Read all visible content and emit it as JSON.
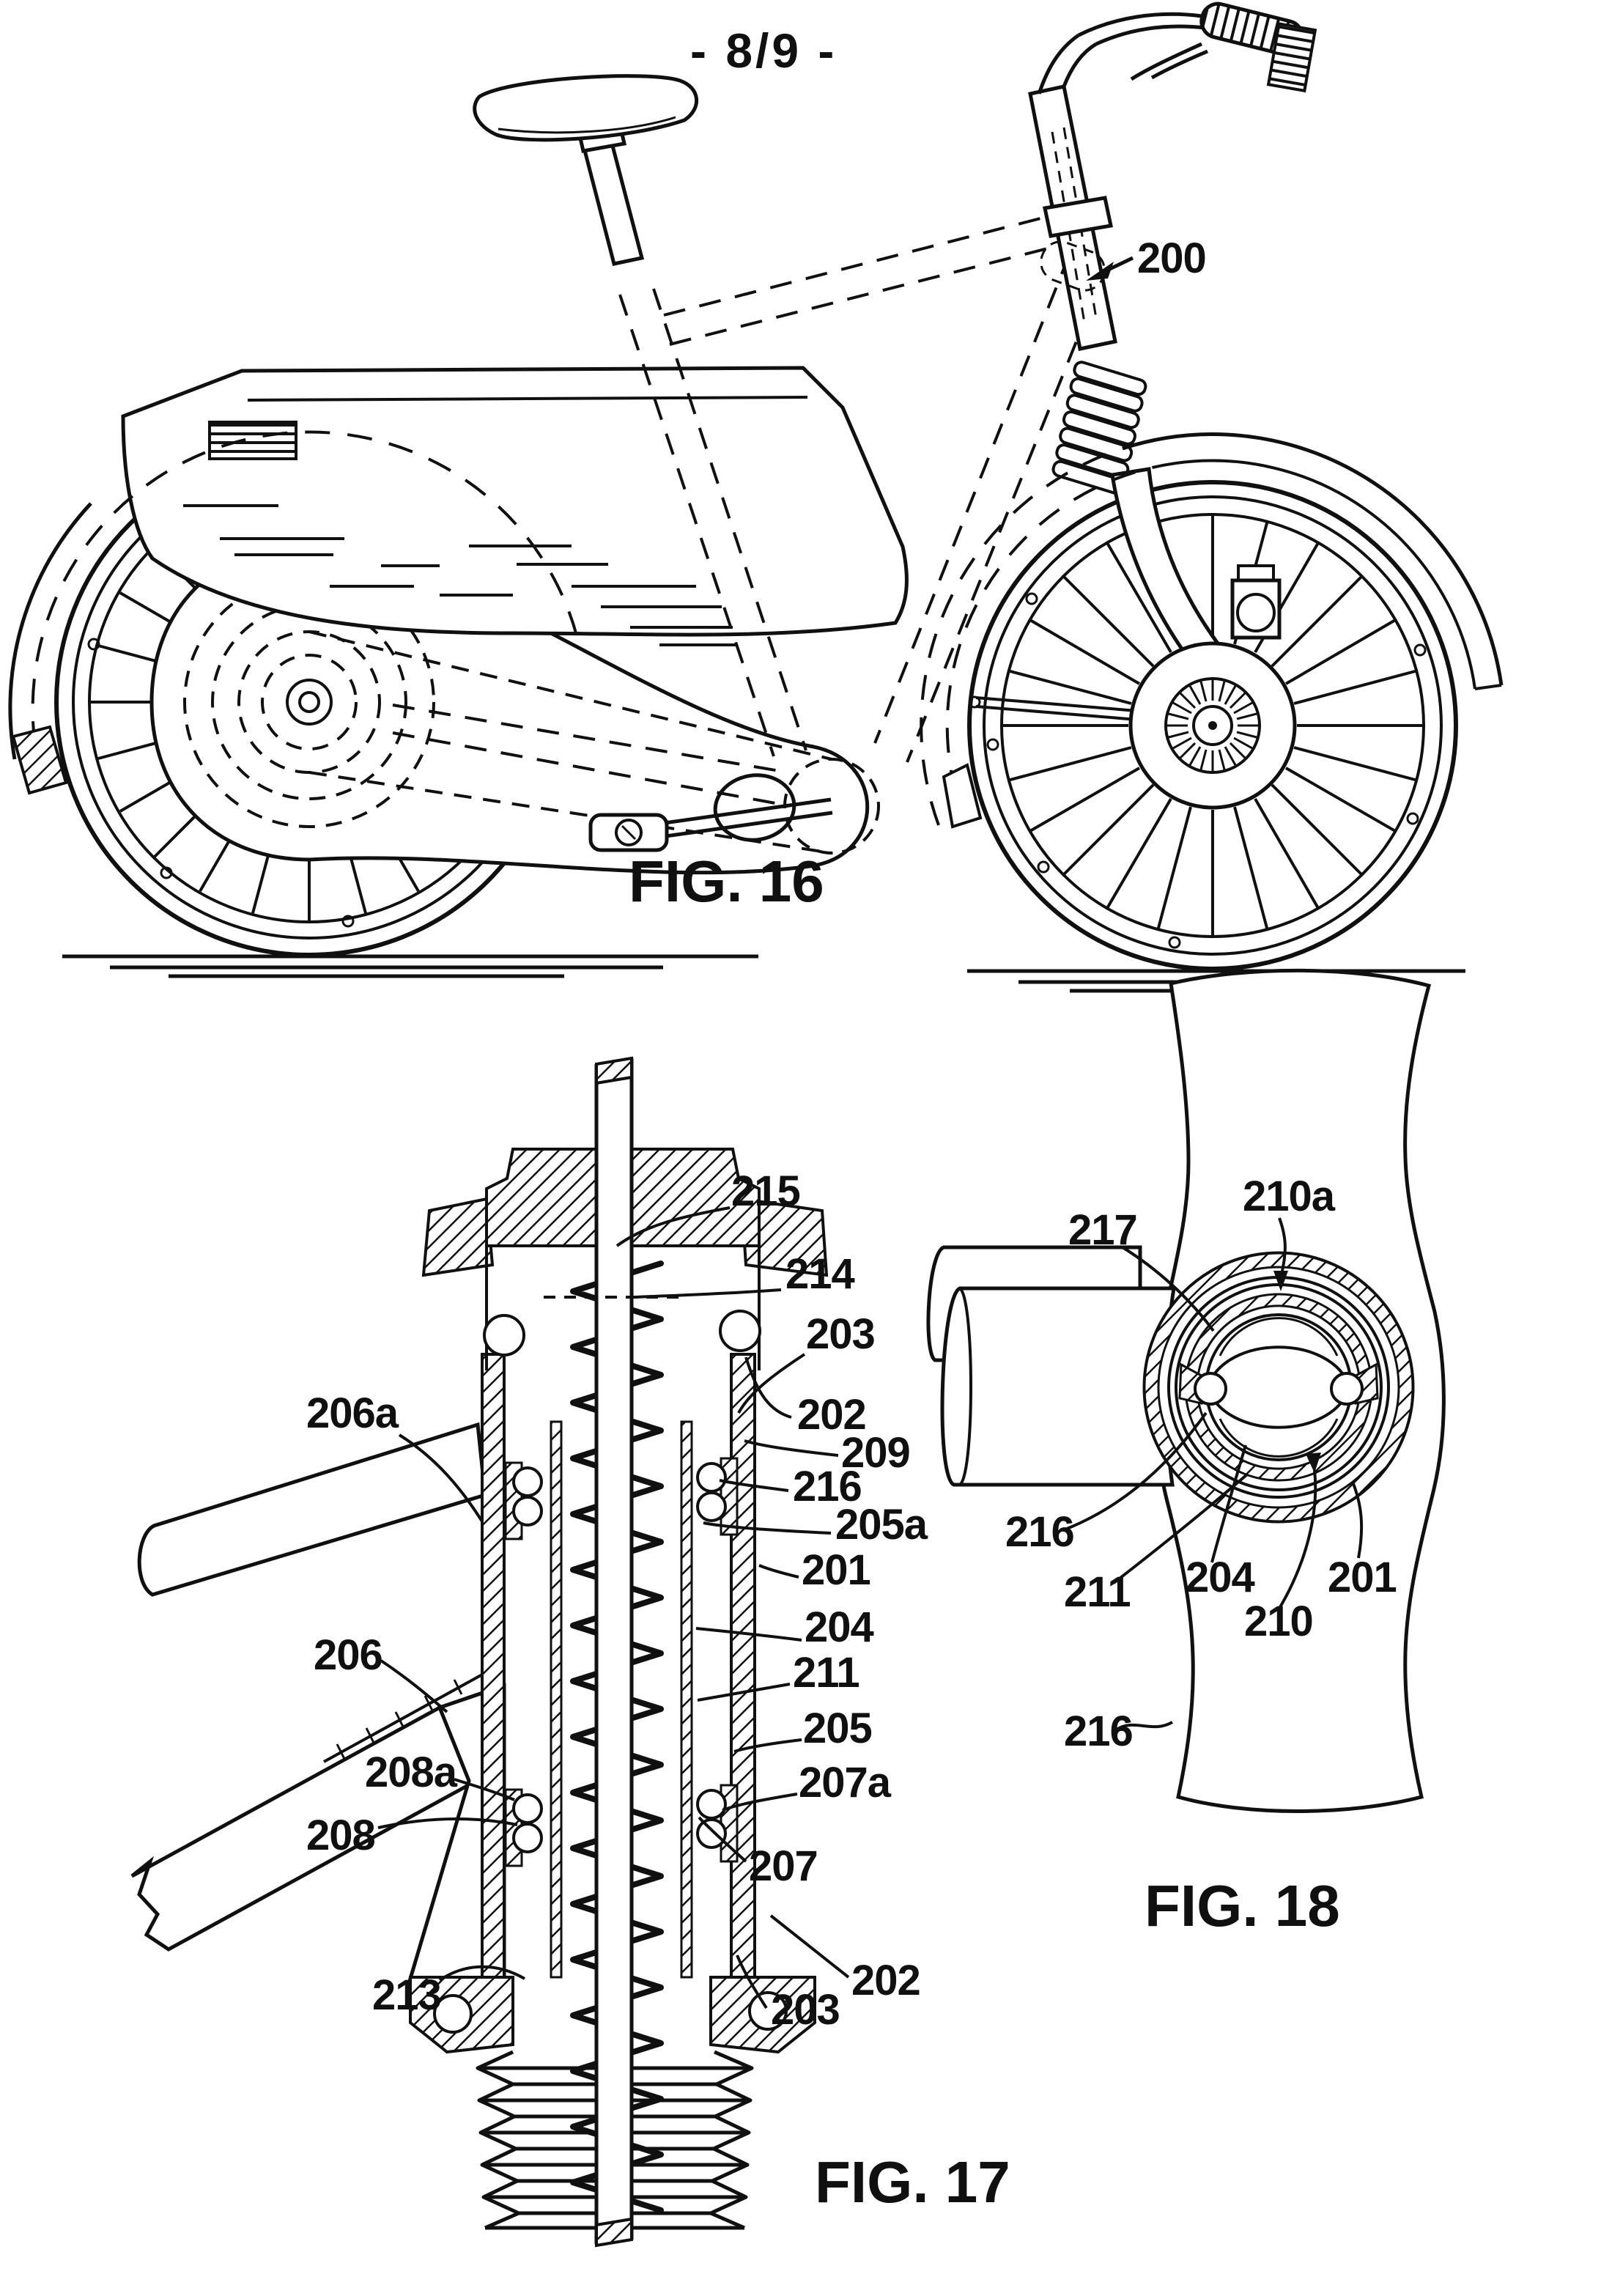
{
  "page": {
    "header": "- 8/9 -"
  },
  "fig16": {
    "caption": "FIG. 16",
    "labels": {
      "n200": "200"
    }
  },
  "fig17": {
    "caption": "FIG. 17",
    "labels": {
      "n215": "215",
      "n214": "214",
      "n203t": "203",
      "n202t": "202",
      "n209": "209",
      "n216": "216",
      "n205a": "205a",
      "n201": "201",
      "n204": "204",
      "n211": "211",
      "n205": "205",
      "n207a": "207a",
      "n206a": "206a",
      "n206": "206",
      "n208a": "208a",
      "n208": "208",
      "n213": "213",
      "n207": "207",
      "n202b": "202",
      "n203b": "203"
    }
  },
  "fig18": {
    "caption": "FIG. 18",
    "labels": {
      "n217": "217",
      "n210a": "210a",
      "n216l": "216",
      "n211": "211",
      "n204": "204",
      "n210": "210",
      "n201": "201",
      "n216b": "216"
    }
  }
}
